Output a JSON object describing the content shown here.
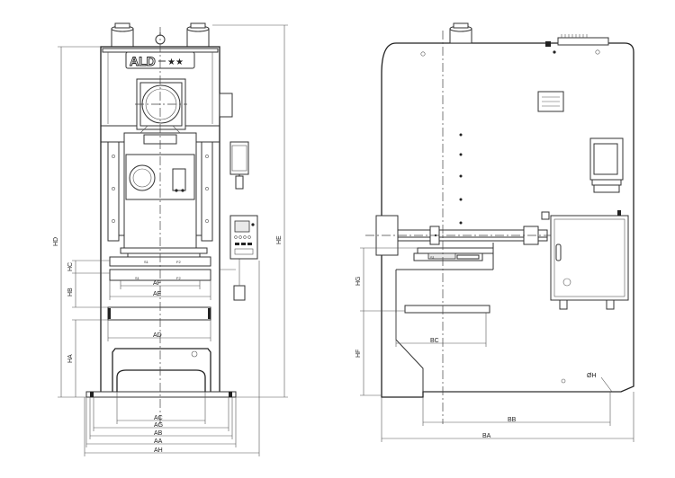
{
  "brand": {
    "logo_text": "ALD",
    "logo_suffix": "★★"
  },
  "front_view": {
    "horizontal_dims": [
      "AF",
      "AE",
      "AD",
      "AC",
      "AG",
      "AB",
      "AA",
      "AH"
    ],
    "vertical_dims": [
      "HD",
      "HC",
      "HB",
      "HA",
      "HE"
    ],
    "slide_marks": [
      "S1",
      "F2"
    ],
    "bolster_marks": [
      "S1",
      "F2"
    ]
  },
  "side_view": {
    "horizontal_dims": [
      "BC",
      "BB",
      "BA"
    ],
    "vertical_dims": [
      "HG",
      "HF"
    ],
    "hole_label": "ØH",
    "slide_mark": "S1"
  },
  "icons": [
    "gear-icon",
    "nameplate-icon",
    "control-panel-icon"
  ]
}
